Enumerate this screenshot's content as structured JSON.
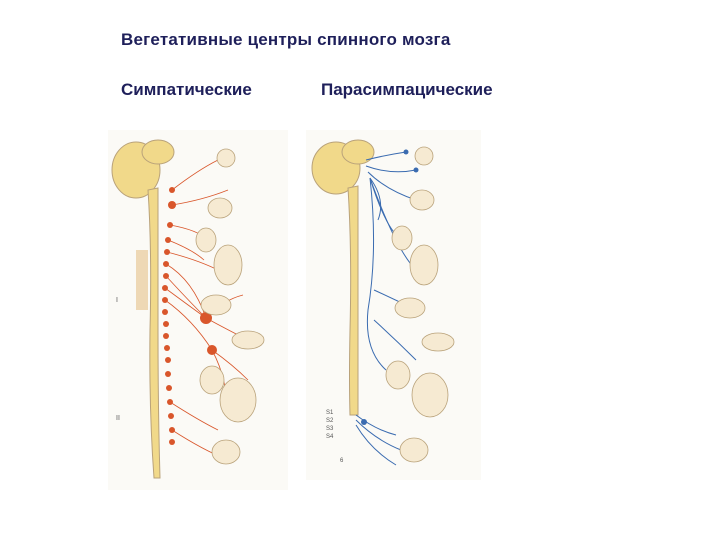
{
  "slide": {
    "title": "Вегетативные центры спинного мозга",
    "left_caption": "Симпатические",
    "right_caption": "Парасимпацические"
  },
  "figures": {
    "left": {
      "nerve_color": "#d9562b",
      "labels": [
        "I",
        "II"
      ]
    },
    "right": {
      "nerve_color": "#3a6bb0",
      "labels": [
        "S1",
        "S2",
        "S3",
        "S4",
        "6"
      ]
    }
  },
  "colors": {
    "title_text": "#1e1f5a",
    "spinal_cord": "#f1d98a",
    "organ_fill": "#f6ead2",
    "organ_stroke": "#b9a27a"
  }
}
